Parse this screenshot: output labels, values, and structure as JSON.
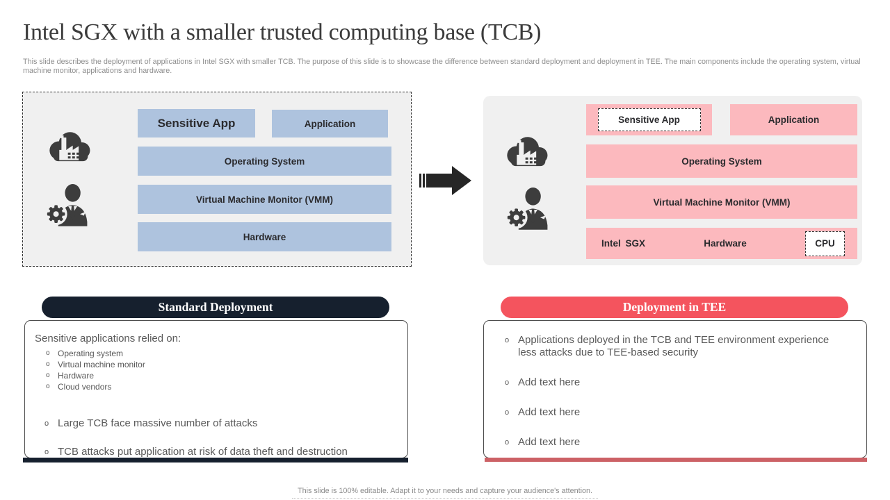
{
  "slide": {
    "title": "Intel SGX with a smaller trusted computing base (TCB)",
    "subtitle": "This slide describes the deployment of applications in Intel SGX with smaller TCB. The purpose of this slide is to showcase the difference between standard deployment and deployment in TEE. The main components include the operating system, virtual machine monitor, applications and hardware.",
    "footer": "This slide is 100% editable. Adapt it to your needs and capture your audience's attention."
  },
  "icons": {
    "left_cloud": "cloud-factory-icon",
    "left_admin": "admin-user-gear-icon",
    "right_cloud": "cloud-factory-icon",
    "right_admin": "admin-user-gear-icon",
    "between": "right-arrow-icon"
  },
  "standard_stack": {
    "sensitive_app": "Sensitive App",
    "application": "Application",
    "os": "Operating System",
    "vmm": "Virtual Machine Monitor (VMM)",
    "hardware": "Hardware"
  },
  "tee_stack": {
    "sensitive_app": "Sensitive App",
    "application": "Application",
    "os": "Operating System",
    "vmm": "Virtual Machine Monitor (VMM)",
    "intel_sgx": "Intel SGX",
    "hardware": "Hardware",
    "cpu": "CPU"
  },
  "standard_section": {
    "header": "Standard Deployment",
    "intro": "Sensitive applications relied on:",
    "sub_bullets": [
      "Operating system",
      "Virtual machine monitor",
      "Hardware",
      "Cloud vendors"
    ],
    "bullets": [
      "Large TCB face massive number of attacks",
      "TCB attacks put application at risk of data theft and destruction"
    ]
  },
  "tee_section": {
    "header": "Deployment in TEE",
    "bullets": [
      "Applications deployed in the TCB and TEE environment experience less attacks due to TEE-based security",
      "Add text here",
      "Add text here",
      "Add text here"
    ]
  },
  "colors": {
    "navy": "#16202E",
    "red_accent": "#F4545E",
    "red_bar": "#CC6166",
    "blue_box": "#AEC3DE",
    "pink_box": "#FCB9BE",
    "panel_bg": "#F0F0F0",
    "icon_dark": "#3D3D3D",
    "body_text": "#595959"
  }
}
